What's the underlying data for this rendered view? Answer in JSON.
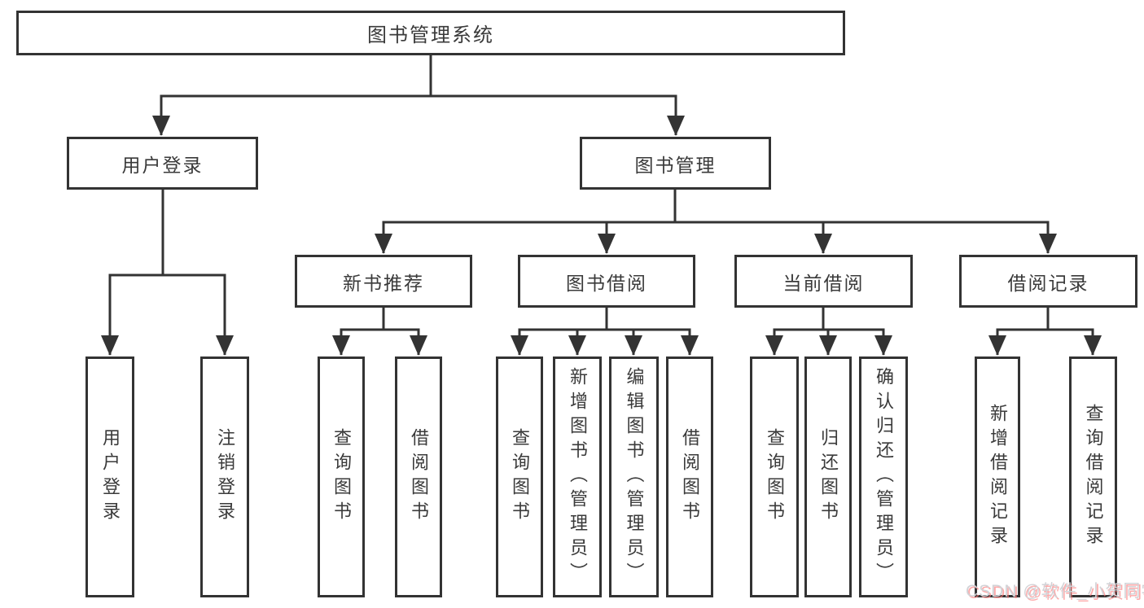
{
  "diagram": {
    "title": "图书管理系统",
    "children": [
      {
        "label": "用户登录",
        "children": [
          {
            "label": "用户登录"
          },
          {
            "label": "注销登录"
          }
        ]
      },
      {
        "label": "图书管理",
        "children": [
          {
            "label": "新书推荐",
            "children": [
              {
                "label": "查询图书"
              },
              {
                "label": "借阅图书"
              }
            ]
          },
          {
            "label": "图书借阅",
            "children": [
              {
                "label": "查询图书"
              },
              {
                "label": "新增图书（管理员）"
              },
              {
                "label": "编辑图书（管理员）"
              },
              {
                "label": "借阅图书"
              }
            ]
          },
          {
            "label": "当前借阅",
            "children": [
              {
                "label": "查询图书"
              },
              {
                "label": "归还图书"
              },
              {
                "label": "确认归还（管理员）"
              }
            ]
          },
          {
            "label": "借阅记录",
            "children": [
              {
                "label": "新增借阅记录"
              },
              {
                "label": "查询借阅记录"
              }
            ]
          }
        ]
      }
    ]
  },
  "watermark": "CSDN @软件_小贺同学",
  "colors": {
    "line": "#333333",
    "text": "#3a3a3a",
    "background": "#ffffff",
    "watermark_text": "#d2d3d7",
    "watermark_shadow": "#fc7b7b"
  }
}
